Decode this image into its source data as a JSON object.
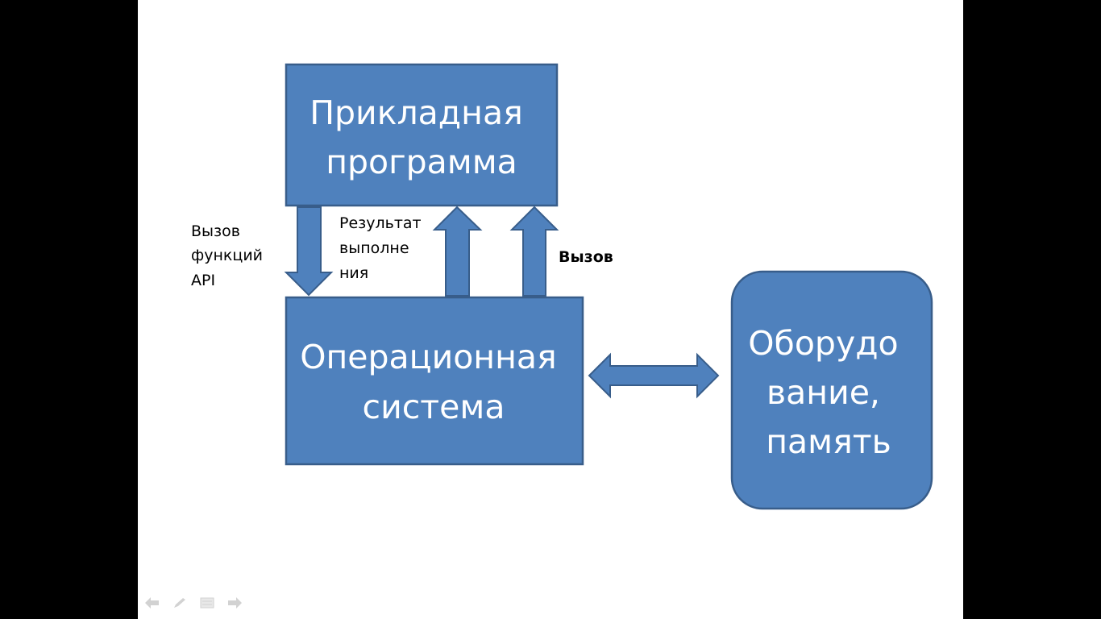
{
  "diagram": {
    "app_box": {
      "lines": [
        "Прикладная",
        "программа"
      ]
    },
    "os_box": {
      "lines": [
        "Операционная",
        "система"
      ]
    },
    "hw_box": {
      "lines": [
        "Оборудо",
        "вание,",
        "память"
      ]
    },
    "label_api_call": {
      "lines": [
        "Вызов",
        "функций",
        "API"
      ]
    },
    "label_result": {
      "lines": [
        "Результат",
        "выполне",
        "ния"
      ]
    },
    "label_call": {
      "lines": [
        "Вызов"
      ]
    }
  },
  "colors": {
    "box_fill": "#4f81bd",
    "box_stroke": "#385d8a",
    "text_on_box": "#ffffff"
  },
  "nav_icons": [
    "arrow-left-icon",
    "pen-icon",
    "menu-icon",
    "arrow-right-icon"
  ]
}
